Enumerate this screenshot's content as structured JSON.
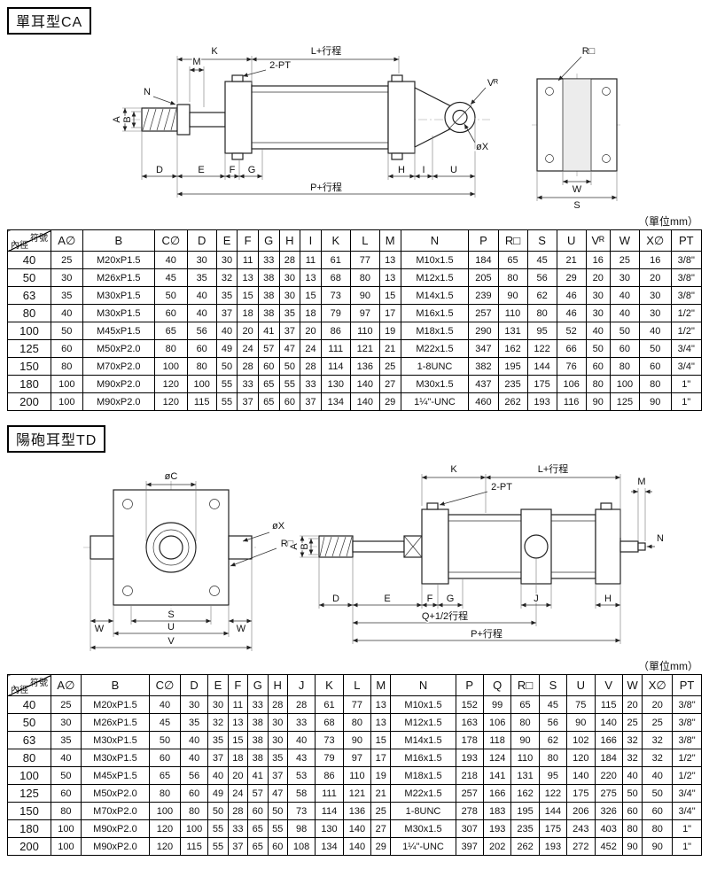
{
  "sections": [
    {
      "title": "單耳型CA",
      "unit_note": "（單位mm）",
      "corner_top": "符號",
      "corner_bottom": "內徑",
      "headers": [
        "A∅",
        "B",
        "C∅",
        "D",
        "E",
        "F",
        "G",
        "H",
        "I",
        "K",
        "L",
        "M",
        "N",
        "P",
        "R□",
        "S",
        "U",
        "Vᴿ",
        "W",
        "X∅",
        "PT"
      ],
      "rows": [
        [
          "40",
          "25",
          "M20xP1.5",
          "40",
          "30",
          "30",
          "11",
          "33",
          "28",
          "11",
          "61",
          "77",
          "13",
          "M10x1.5",
          "184",
          "65",
          "45",
          "21",
          "16",
          "25",
          "16",
          "3/8\""
        ],
        [
          "50",
          "30",
          "M26xP1.5",
          "45",
          "35",
          "32",
          "13",
          "38",
          "30",
          "13",
          "68",
          "80",
          "13",
          "M12x1.5",
          "205",
          "80",
          "56",
          "29",
          "20",
          "30",
          "20",
          "3/8\""
        ],
        [
          "63",
          "35",
          "M30xP1.5",
          "50",
          "40",
          "35",
          "15",
          "38",
          "30",
          "15",
          "73",
          "90",
          "15",
          "M14x1.5",
          "239",
          "90",
          "62",
          "46",
          "30",
          "40",
          "30",
          "3/8\""
        ],
        [
          "80",
          "40",
          "M30xP1.5",
          "60",
          "40",
          "37",
          "18",
          "38",
          "35",
          "18",
          "79",
          "97",
          "17",
          "M16x1.5",
          "257",
          "110",
          "80",
          "46",
          "30",
          "40",
          "30",
          "1/2\""
        ],
        [
          "100",
          "50",
          "M45xP1.5",
          "65",
          "56",
          "40",
          "20",
          "41",
          "37",
          "20",
          "86",
          "110",
          "19",
          "M18x1.5",
          "290",
          "131",
          "95",
          "52",
          "40",
          "50",
          "40",
          "1/2\""
        ],
        [
          "125",
          "60",
          "M50xP2.0",
          "80",
          "60",
          "49",
          "24",
          "57",
          "47",
          "24",
          "111",
          "121",
          "21",
          "M22x1.5",
          "347",
          "162",
          "122",
          "66",
          "50",
          "60",
          "50",
          "3/4\""
        ],
        [
          "150",
          "80",
          "M70xP2.0",
          "100",
          "80",
          "50",
          "28",
          "60",
          "50",
          "28",
          "114",
          "136",
          "25",
          "1-8UNC",
          "382",
          "195",
          "144",
          "76",
          "60",
          "80",
          "60",
          "3/4\""
        ],
        [
          "180",
          "100",
          "M90xP2.0",
          "120",
          "100",
          "55",
          "33",
          "65",
          "55",
          "33",
          "130",
          "140",
          "27",
          "M30x1.5",
          "437",
          "235",
          "175",
          "106",
          "80",
          "100",
          "80",
          "1\""
        ],
        [
          "200",
          "100",
          "M90xP2.0",
          "120",
          "115",
          "55",
          "37",
          "65",
          "60",
          "37",
          "134",
          "140",
          "29",
          "1¼\"-UNC",
          "460",
          "262",
          "193",
          "116",
          "90",
          "125",
          "90",
          "1\""
        ]
      ]
    },
    {
      "title": "陽砲耳型TD",
      "unit_note": "（單位mm）",
      "corner_top": "符號",
      "corner_bottom": "內徑",
      "headers": [
        "A∅",
        "B",
        "C∅",
        "D",
        "E",
        "F",
        "G",
        "H",
        "J",
        "K",
        "L",
        "M",
        "N",
        "P",
        "Q",
        "R□",
        "S",
        "U",
        "V",
        "W",
        "X∅",
        "PT"
      ],
      "rows": [
        [
          "40",
          "25",
          "M20xP1.5",
          "40",
          "30",
          "30",
          "11",
          "33",
          "28",
          "28",
          "61",
          "77",
          "13",
          "M10x1.5",
          "152",
          "99",
          "65",
          "45",
          "75",
          "115",
          "20",
          "20",
          "3/8\""
        ],
        [
          "50",
          "30",
          "M26xP1.5",
          "45",
          "35",
          "32",
          "13",
          "38",
          "30",
          "33",
          "68",
          "80",
          "13",
          "M12x1.5",
          "163",
          "106",
          "80",
          "56",
          "90",
          "140",
          "25",
          "25",
          "3/8\""
        ],
        [
          "63",
          "35",
          "M30xP1.5",
          "50",
          "40",
          "35",
          "15",
          "38",
          "30",
          "40",
          "73",
          "90",
          "15",
          "M14x1.5",
          "178",
          "118",
          "90",
          "62",
          "102",
          "166",
          "32",
          "32",
          "3/8\""
        ],
        [
          "80",
          "40",
          "M30xP1.5",
          "60",
          "40",
          "37",
          "18",
          "38",
          "35",
          "43",
          "79",
          "97",
          "17",
          "M16x1.5",
          "193",
          "124",
          "110",
          "80",
          "120",
          "184",
          "32",
          "32",
          "1/2\""
        ],
        [
          "100",
          "50",
          "M45xP1.5",
          "65",
          "56",
          "40",
          "20",
          "41",
          "37",
          "53",
          "86",
          "110",
          "19",
          "M18x1.5",
          "218",
          "141",
          "131",
          "95",
          "140",
          "220",
          "40",
          "40",
          "1/2\""
        ],
        [
          "125",
          "60",
          "M50xP2.0",
          "80",
          "60",
          "49",
          "24",
          "57",
          "47",
          "58",
          "111",
          "121",
          "21",
          "M22x1.5",
          "257",
          "166",
          "162",
          "122",
          "175",
          "275",
          "50",
          "50",
          "3/4\""
        ],
        [
          "150",
          "80",
          "M70xP2.0",
          "100",
          "80",
          "50",
          "28",
          "60",
          "50",
          "73",
          "114",
          "136",
          "25",
          "1-8UNC",
          "278",
          "183",
          "195",
          "144",
          "206",
          "326",
          "60",
          "60",
          "3/4\""
        ],
        [
          "180",
          "100",
          "M90xP2.0",
          "120",
          "100",
          "55",
          "33",
          "65",
          "55",
          "98",
          "130",
          "140",
          "27",
          "M30x1.5",
          "307",
          "193",
          "235",
          "175",
          "243",
          "403",
          "80",
          "80",
          "1\""
        ],
        [
          "200",
          "100",
          "M90xP2.0",
          "120",
          "115",
          "55",
          "37",
          "65",
          "60",
          "108",
          "134",
          "140",
          "29",
          "1¼\"-UNC",
          "397",
          "202",
          "262",
          "193",
          "272",
          "452",
          "90",
          "90",
          "1\""
        ]
      ]
    }
  ],
  "drawing_ca": {
    "labels": {
      "k": "K",
      "m": "M",
      "l_stroke": "L+行程",
      "two_pt": "2-PT",
      "n": "N",
      "a": "A",
      "b": "B",
      "vr": "Vᴿ",
      "ox": "øX",
      "d": "D",
      "e": "E",
      "f": "F",
      "g": "G",
      "h": "H",
      "i": "I",
      "u": "U",
      "p_stroke": "P+行程",
      "r_sq": "R□",
      "w": "W",
      "s": "S"
    }
  },
  "drawing_td": {
    "labels": {
      "oc": "øC",
      "ox": "øX",
      "r_sq": "R□",
      "s": "S",
      "u": "U",
      "w": "W",
      "v": "V",
      "k": "K",
      "l_stroke": "L+行程",
      "two_pt": "2-PT",
      "m": "M",
      "n": "N",
      "a": "A",
      "b": "B",
      "d": "D",
      "e": "E",
      "f": "F",
      "g": "G",
      "j": "J",
      "h": "H",
      "q_stroke": "Q+1/2行程",
      "p_stroke": "P+行程"
    }
  }
}
